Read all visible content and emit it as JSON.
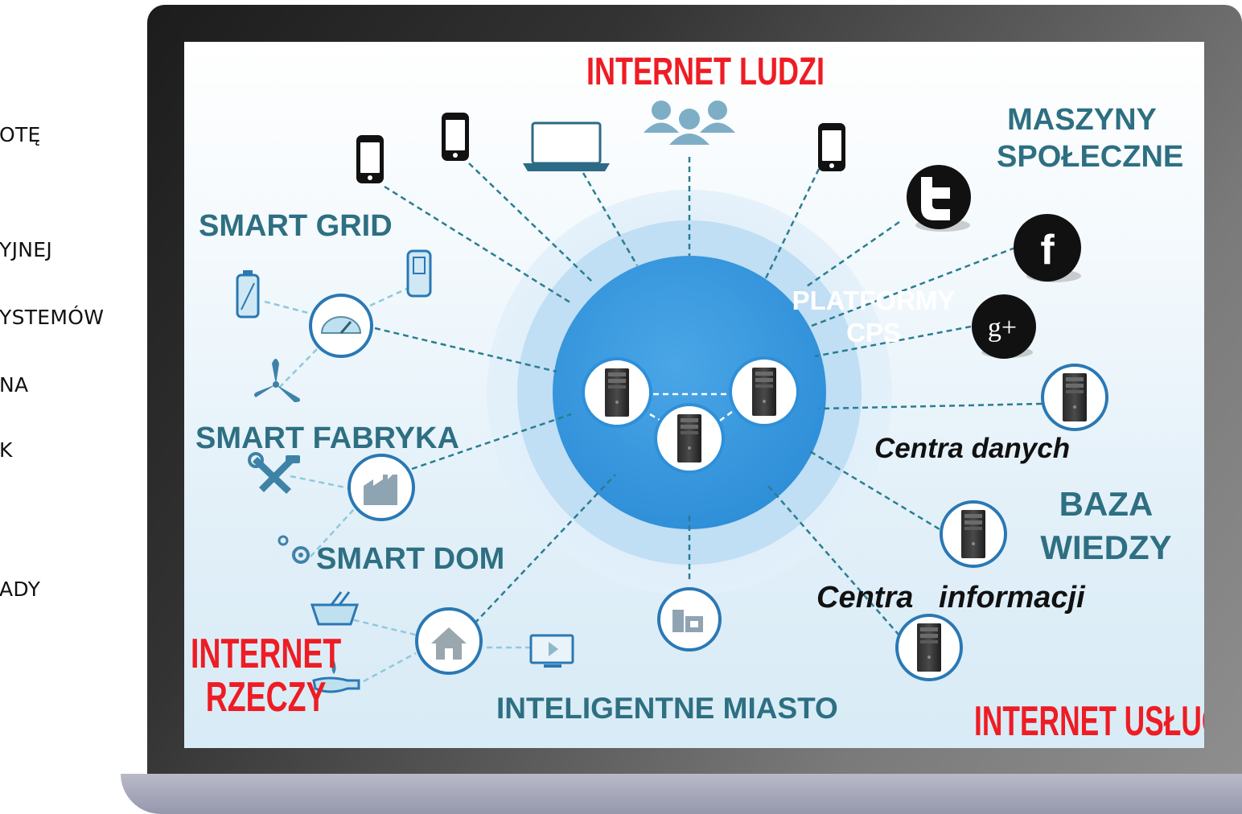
{
  "side_list": [
    {
      "text": "OTĘ"
    },
    {
      "text": "YJNEJ"
    },
    {
      "text": "YSTEMÓW"
    },
    {
      "text": "NA"
    },
    {
      "text": "K"
    },
    {
      "text": "ADY"
    }
  ],
  "diagram": {
    "center": {
      "line1": "PLATFORMY",
      "line2": "CPS"
    },
    "internet_ludzi": "INTERNET LUDZI",
    "maszyny_line1": "MASZYNY",
    "maszyny_line2": "SPOŁECZNE",
    "smart_grid": "SMART  GRID",
    "smart_fabryka": "SMART FABRYKA",
    "smart_dom": "SMART DOM",
    "internet_rzeczy_line1": "INTERNET",
    "internet_rzeczy_line2": "RZECZY",
    "inteligentne_miasto": "INTELIGENTNE MIASTO",
    "centra_danych": "Centra danych",
    "baza_line1": "BAZA",
    "baza_line2": "WIEDZY",
    "centra_informacji": "Centra   informacji",
    "internet_uslug": "INTERNET USŁUG"
  },
  "colors": {
    "teal_label": "#2e6f82",
    "red_label": "#ee1c24",
    "core_blue": "#3a97dc",
    "dashed_line": "#2a7d90"
  },
  "icons": [
    "smartphone-icon",
    "laptop-icon",
    "users-icon",
    "twitter-icon",
    "facebook-icon",
    "google-plus-icon",
    "server-icon",
    "gauge-icon",
    "battery-icon",
    "wind-turbine-icon",
    "tools-icon",
    "factory-icon",
    "gears-icon",
    "basket-icon",
    "home-icon",
    "tv-icon",
    "hand-water-icon",
    "city-building-icon"
  ]
}
